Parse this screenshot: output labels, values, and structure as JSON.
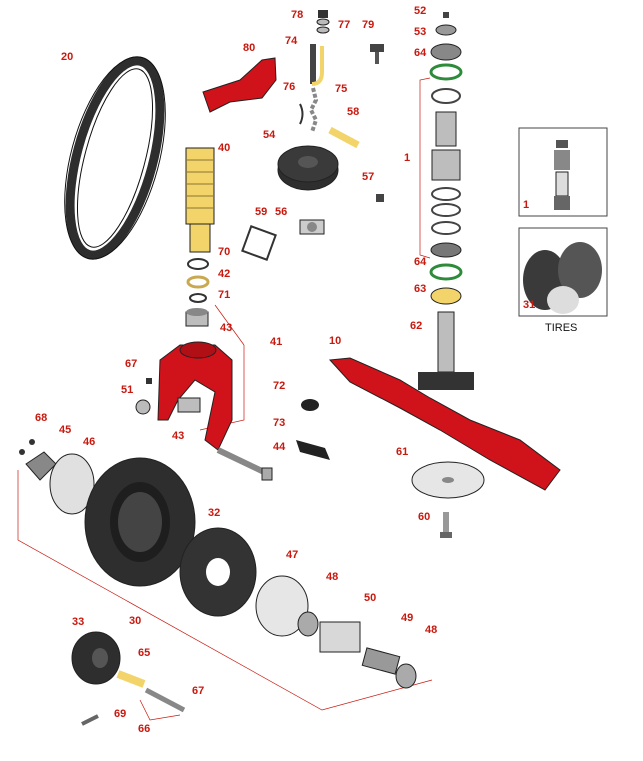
{
  "diagram": {
    "callouts": [
      "78",
      "77",
      "79",
      "52",
      "53",
      "64",
      "80",
      "74",
      "20",
      "76",
      "75",
      "58",
      "54",
      "40",
      "1",
      "57",
      "59",
      "56",
      "70",
      "42",
      "71",
      "64",
      "63",
      "62",
      "43",
      "41",
      "10",
      "67",
      "51",
      "72",
      "43",
      "73",
      "44",
      "68",
      "45",
      "46",
      "61",
      "32",
      "60",
      "47",
      "48",
      "50",
      "30",
      "33",
      "65",
      "49",
      "48",
      "67",
      "69",
      "66"
    ],
    "inset_callouts": [
      "1",
      "31"
    ],
    "inset_caption": "TIRES"
  },
  "colors": {
    "callout_red": "#c8190f",
    "part_red": "#d0121b",
    "rubber_dark": "#2e2e2e",
    "yellow_part": "#f2d46b",
    "steel_gray": "#bdbdbd",
    "green_seal": "#2e8b3a"
  }
}
